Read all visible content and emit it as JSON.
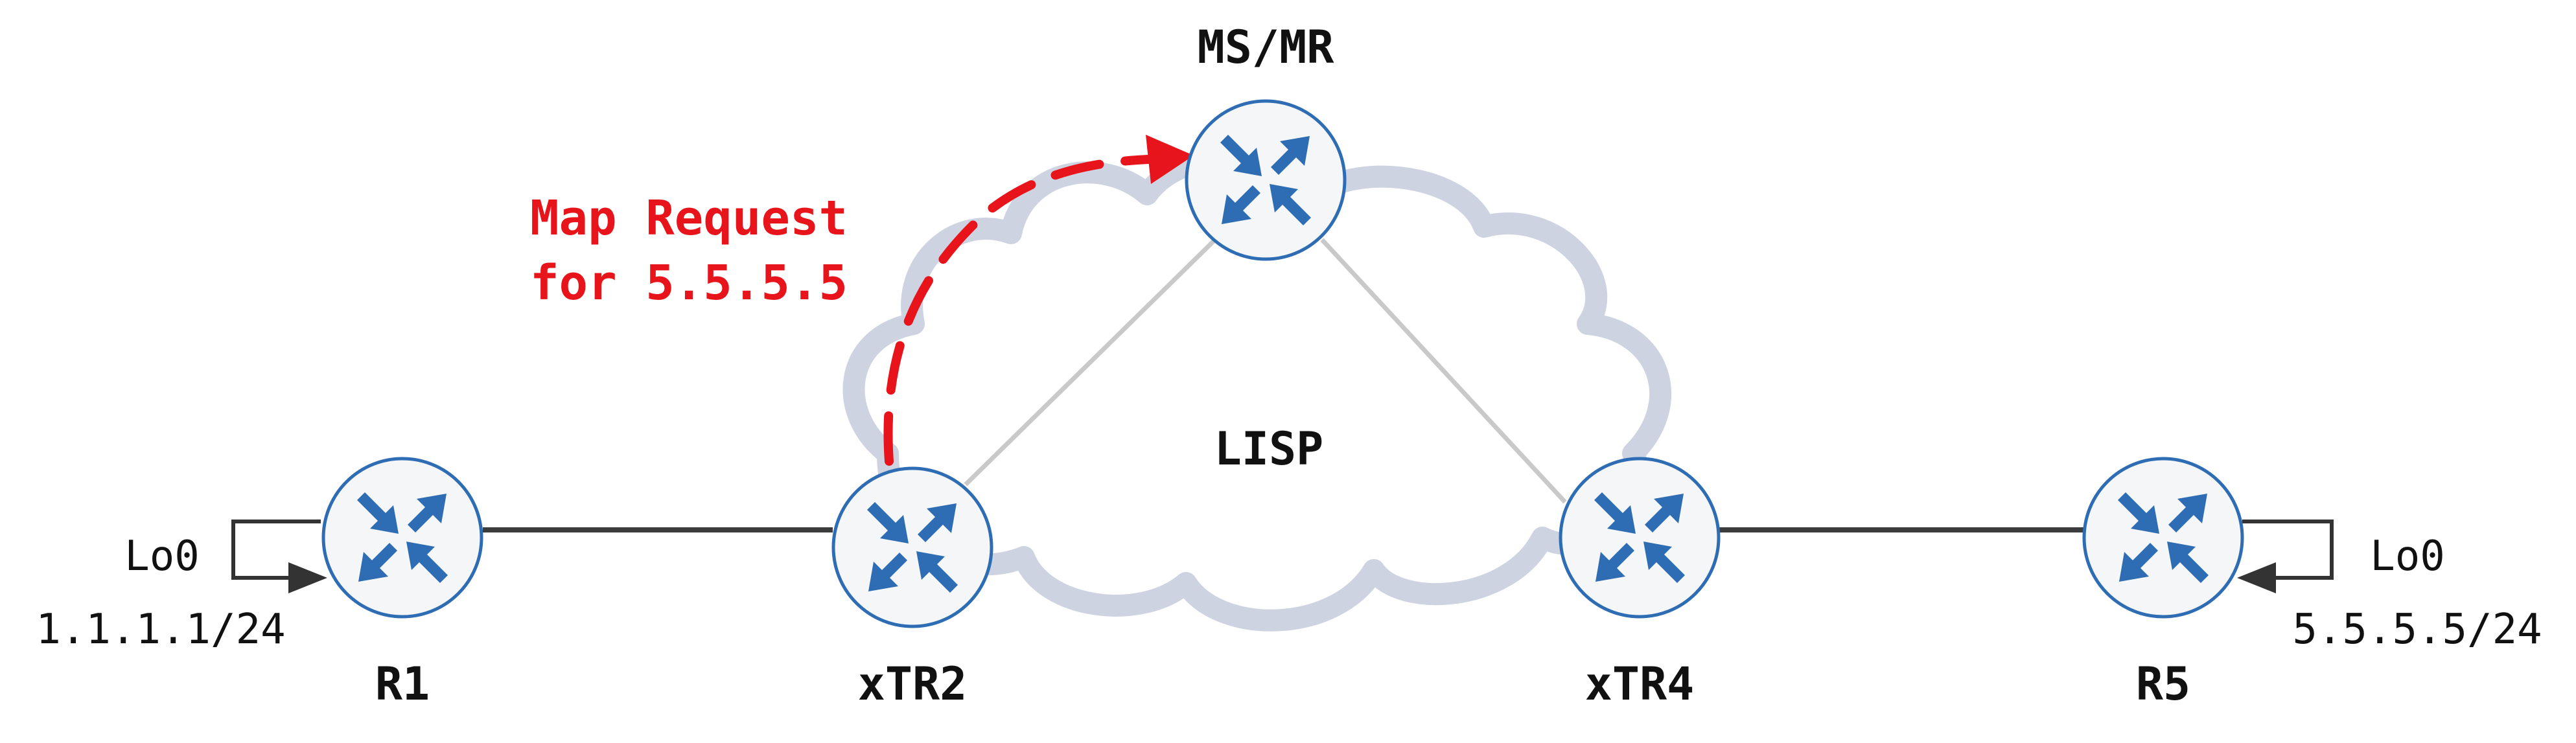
{
  "colors": {
    "router_fill": "#f5f6f8",
    "router_stroke": "#2e6db4",
    "router_arrow": "#2e6db4",
    "cloud": "#cdd3e1",
    "link_dark": "#3c3c3c",
    "link_light": "#c9c9c9",
    "annotation": "#e8141b"
  },
  "nodes": {
    "msmr": {
      "label": "MS/MR",
      "icon": "router-icon"
    },
    "r1": {
      "label": "R1",
      "icon": "router-icon"
    },
    "xtr2": {
      "label": "xTR2",
      "icon": "router-icon"
    },
    "xtr4": {
      "label": "xTR4",
      "icon": "router-icon"
    },
    "r5": {
      "label": "R5",
      "icon": "router-icon"
    }
  },
  "cloud": {
    "label": "LISP"
  },
  "loopbacks": {
    "r1": {
      "name": "Lo0",
      "address": "1.1.1.1/24"
    },
    "r5": {
      "name": "Lo0",
      "address": "5.5.5.5/24"
    }
  },
  "annotation": {
    "line1": "Map Request",
    "line2": "for 5.5.5.5"
  }
}
